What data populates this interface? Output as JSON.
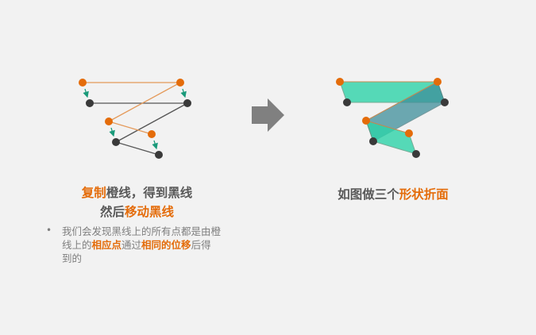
{
  "left_caption": {
    "line1": [
      {
        "text": "复制",
        "hl": true
      },
      {
        "text": "橙线，得到黑线",
        "hl": false
      }
    ],
    "line2": [
      {
        "text": "然后",
        "hl": false
      },
      {
        "text": "移动黑线",
        "hl": true
      }
    ]
  },
  "bullet": {
    "marker": "•",
    "parts": [
      {
        "text": "我们会发现黑线上的所有点都是由橙线上的",
        "hl": false
      },
      {
        "text": "相应点",
        "hl": true
      },
      {
        "text": "通过",
        "hl": false
      },
      {
        "text": "相同的位移",
        "hl": true
      },
      {
        "text": "后得到的",
        "hl": false
      }
    ]
  },
  "right_caption": [
    {
      "text": "如图做三个",
      "hl": false
    },
    {
      "text": "形状折面",
      "hl": true
    }
  ],
  "colors": {
    "orange": "#e46c0a",
    "dark": "#3a3a3a",
    "teal": "#2ed3a9",
    "arrow": "#808080",
    "gray_text": "#595959"
  }
}
